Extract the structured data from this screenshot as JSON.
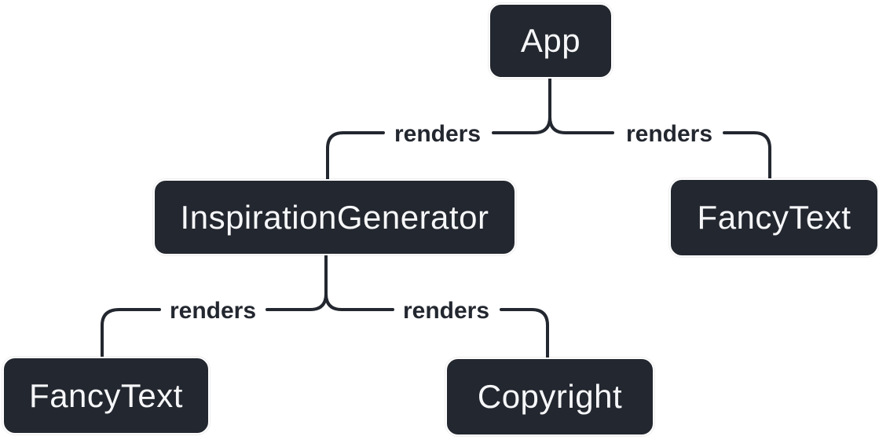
{
  "diagram": {
    "type": "component-render-tree",
    "nodes": [
      {
        "id": "app",
        "label": "App"
      },
      {
        "id": "inspiration-generator",
        "label": "InspirationGenerator"
      },
      {
        "id": "fancy-text-top",
        "label": "FancyText"
      },
      {
        "id": "fancy-text-bottom",
        "label": "FancyText"
      },
      {
        "id": "copyright",
        "label": "Copyright"
      }
    ],
    "edges": [
      {
        "from": "App",
        "to": "InspirationGenerator",
        "label": "renders"
      },
      {
        "from": "App",
        "to": "FancyText",
        "label": "renders"
      },
      {
        "from": "InspirationGenerator",
        "to": "FancyText",
        "label": "renders"
      },
      {
        "from": "InspirationGenerator",
        "to": "Copyright",
        "label": "renders"
      }
    ],
    "colors": {
      "background": "#FFFFFF",
      "node_bg": "#23272F",
      "node_text": "#F6F7F9",
      "node_border": "#FFFFFF",
      "edge_line": "#23272F",
      "edge_label_text": "#23272F"
    }
  }
}
